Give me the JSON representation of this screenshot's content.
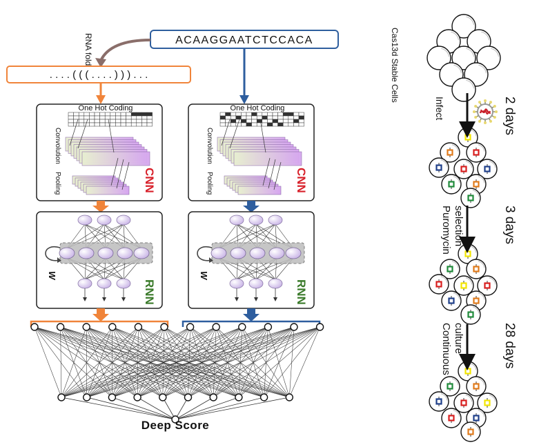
{
  "sequence": "ACAAGGAATCTCCACA",
  "rna_fold_label": "RNA fold",
  "structure": ". . . . ( ( ( . . . . ) ) ) . . .",
  "cnn_panels": [
    {
      "one_hot_label": "One Hot Coding",
      "conv_label": "Convolution",
      "pool_label": "Pooling",
      "cnn_label": "CNN"
    },
    {
      "one_hot_label": "One Hot Coding",
      "conv_label": "Convolution",
      "pool_label": "Pooling",
      "cnn_label": "CNN"
    }
  ],
  "rnn_panels": [
    {
      "w_label": "W",
      "rnn_label": "RNN"
    },
    {
      "w_label": "W",
      "rnn_label": "RNN"
    }
  ],
  "deep_score_label": "Deep Score",
  "cells_label": "Cas13d Stable Cells",
  "steps": [
    {
      "action": "Infect",
      "duration": "2 days"
    },
    {
      "action": "Puromycin selection",
      "duration": "3 days"
    },
    {
      "action": "Continuous culture",
      "duration": "28 days"
    }
  ],
  "colors": {
    "orange": "#f0843a",
    "blue": "#2e5e9e",
    "rna_arrow": "#8a6e6a",
    "cnn_text": "#d8202a",
    "rnn_text": "#3a7a2a",
    "purple": "#c9a3e8",
    "virus_red": "#c8202a"
  },
  "marker_colors": [
    "#f2e600",
    "#e07a1a",
    "#d81e1e",
    "#1f3f8a",
    "#1f8a3a"
  ]
}
